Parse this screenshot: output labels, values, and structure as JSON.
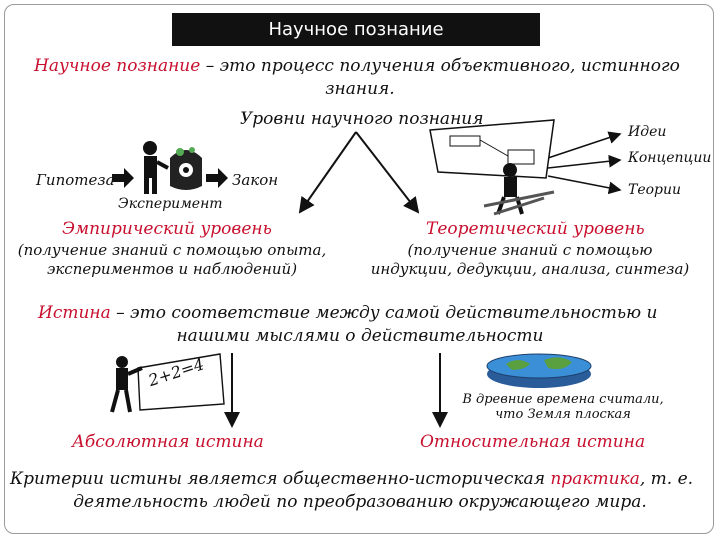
{
  "title": "Научное познание",
  "definition": {
    "term": "Научное познание",
    "rest_line1": " – это процесс получения объективного, истинного",
    "line2": "знания."
  },
  "levels_title": "Уровни научного познания",
  "empirical": {
    "hypothesis": "Гипотеза",
    "law": "Закон",
    "experiment": "Эксперимент",
    "title": "Эмпирический уровень",
    "desc_line1": "(получение знаний с помощью опыта,",
    "desc_line2": "экспериментов и наблюдений)"
  },
  "theoretical": {
    "ideas": "Идеи",
    "concepts": "Концепции",
    "theories": "Теории",
    "title": "Теоретический уровень",
    "desc_line1": "(получение знаний с помощью",
    "desc_line2": "индукции, дедукции, анализа, синтеза)"
  },
  "truth": {
    "term": "Истина",
    "rest_line1": " – это соответствие между самой действительностью и",
    "line2": "нашими мыслями о действительности",
    "equation": "2+2=4",
    "absolute": "Абсолютная истина",
    "flat_note_line1": "В древние времена считали,",
    "flat_note_line2": "что Земля плоская",
    "relative": "Относительная истина"
  },
  "criteria": {
    "part1": "Критерии истины является общественно-историческая ",
    "practice": "практика",
    "part2": ", т. е.",
    "line2": "деятельность людей по преобразованию окружающего мира."
  },
  "colors": {
    "accent": "#c8102e",
    "title_bg": "#111111",
    "earth_blue": "#3a8fd6",
    "earth_green": "#5aa040"
  }
}
